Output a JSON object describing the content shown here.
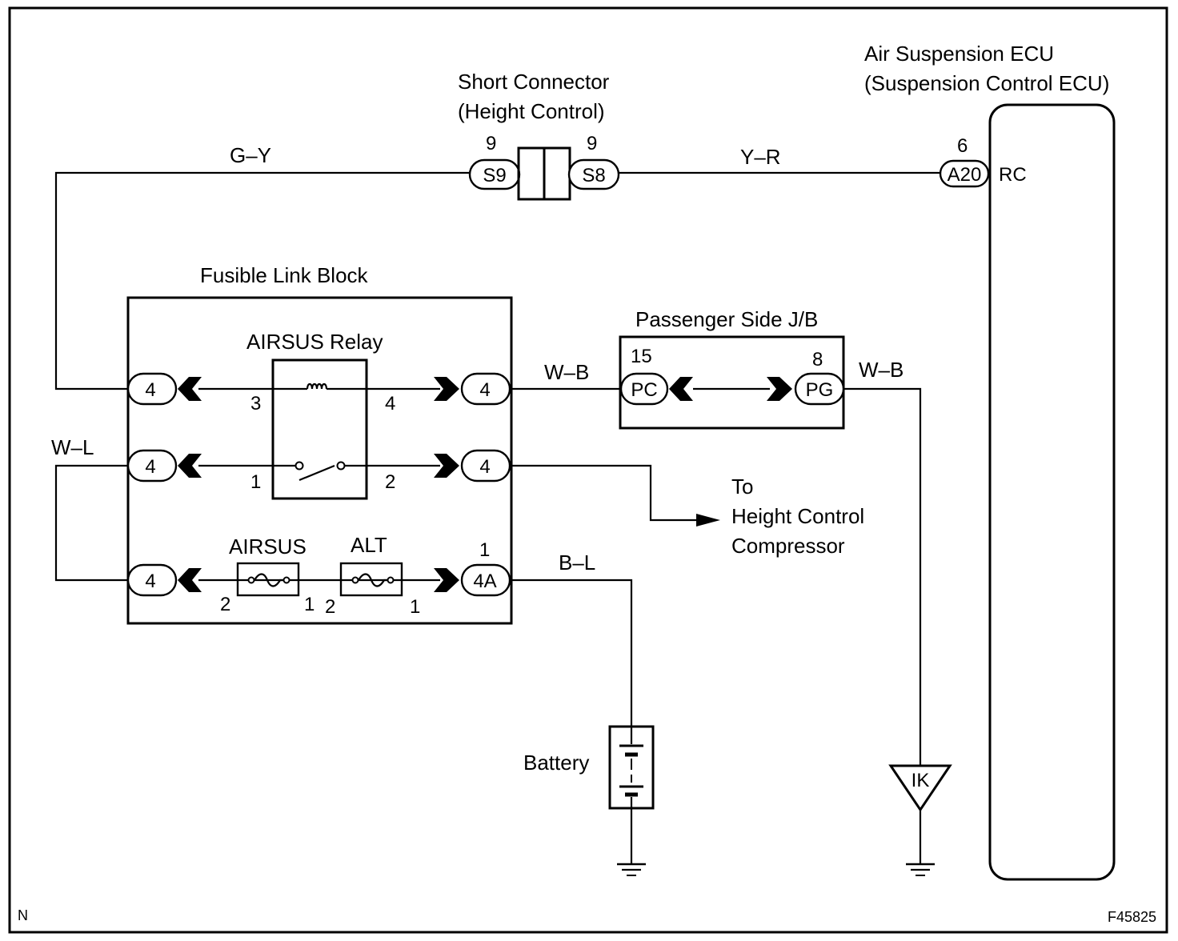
{
  "components": {
    "short_connector": {
      "title": "Short Connector",
      "subtitle": "(Height Control)",
      "left_pin": "9",
      "left_terminal": "S9",
      "right_pin": "9",
      "right_terminal": "S8"
    },
    "ecu": {
      "title": "Air Suspension ECU",
      "subtitle": "(Suspension Control ECU)",
      "pin": "6",
      "connector": "A20",
      "terminal": "RC"
    },
    "fusible_link_block": {
      "title": "Fusible Link Block",
      "relay_label": "AIRSUS Relay",
      "connectors": {
        "left_top": "4",
        "left_mid": "4",
        "left_bot": "4",
        "right_top": "4",
        "right_mid": "4",
        "right_bot": "4A",
        "right_bot_pin": "1"
      },
      "relay_pins": {
        "coil_in": "3",
        "coil_out": "4",
        "switch_in": "1",
        "switch_out": "2"
      },
      "fuses": [
        {
          "label": "AIRSUS",
          "pin_left": "2",
          "pin_right": "1"
        },
        {
          "label": "ALT",
          "pin_left": "2",
          "pin_right": "1"
        }
      ]
    },
    "junction_block": {
      "title": "Passenger Side J/B",
      "left_pin": "15",
      "left_terminal": "PC",
      "right_pin": "8",
      "right_terminal": "PG"
    },
    "battery": {
      "label": "Battery"
    },
    "ground_point": {
      "label": "IK"
    },
    "compressor": {
      "line1": "To",
      "line2": "Height Control",
      "line3": "Compressor"
    }
  },
  "wires": {
    "gy": "G–Y",
    "yr": "Y–R",
    "wb_left": "W–B",
    "wb_right": "W–B",
    "wl": "W–L",
    "bl": "B–L"
  },
  "corner_codes": {
    "bottom_left": "N",
    "bottom_right": "F45825"
  }
}
